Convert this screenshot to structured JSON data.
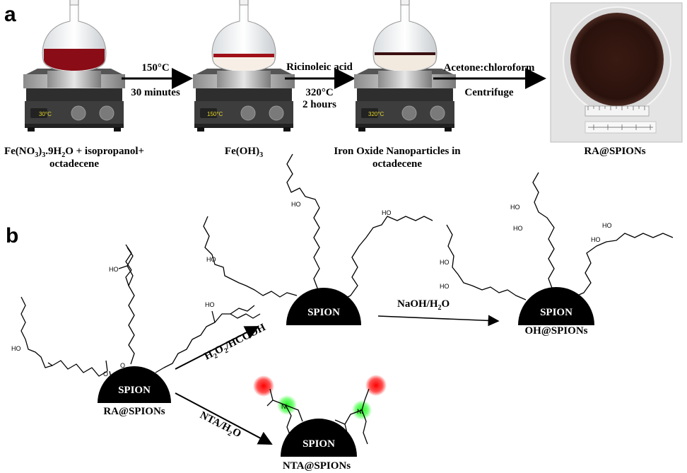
{
  "panel_a": {
    "label": "a",
    "step1": {
      "plate_temp": "30°C",
      "caption_line1": "Fe(NO",
      "caption_sub1": "3",
      "caption_mid": ")",
      "caption_sub2": "3",
      "caption_rest": ".9H",
      "caption_sub3": "2",
      "caption_end": "O + isopropanol+",
      "caption_line2": "octadecene"
    },
    "arrow1": {
      "top": "150°C",
      "bottom": "30 minutes"
    },
    "step2": {
      "plate_temp": "150°C",
      "caption_main": "Fe(OH)",
      "caption_sub": "3"
    },
    "arrow2": {
      "top": "Ricinoleic acid",
      "mid": "320°C",
      "bottom": "2 hours"
    },
    "step3": {
      "plate_temp": "320°C",
      "caption_line1": "Iron Oxide Nanoparticles in",
      "caption_line2": "octadecene"
    },
    "arrow3": {
      "top": "Acetone:chloroform",
      "bottom": "Centrifuge"
    },
    "product": {
      "caption": "RA@SPIONs"
    }
  },
  "panel_b": {
    "label": "b",
    "core_label": "SPION",
    "ra": {
      "caption": "RA@SPIONs"
    },
    "reaction1": {
      "reagent_a": "H",
      "reagent_sub1": "2",
      "reagent_b": "O",
      "reagent_sub2": "2",
      "reagent_c": "/HCOOH"
    },
    "reaction2": {
      "reagent_a": "NaOH/H",
      "reagent_sub": "2",
      "reagent_b": "O"
    },
    "reaction3": {
      "reagent_a": "NTA/H",
      "reagent_sub": "2",
      "reagent_b": "O"
    },
    "oh": {
      "caption": "OH@SPIONs"
    },
    "nta": {
      "caption": "NTA@SPIONs"
    },
    "hydroxyl": "HO",
    "ni_label": "Ni",
    "o_label": "O"
  }
}
